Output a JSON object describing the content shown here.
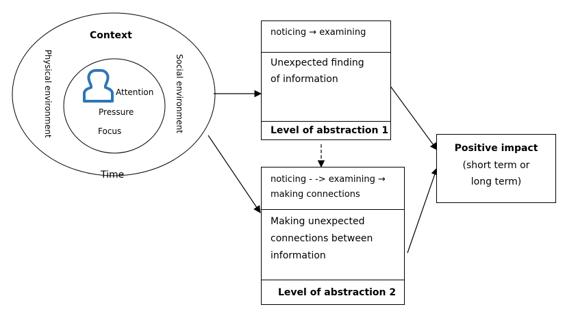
{
  "context": {
    "title": "Context",
    "left_label": "Physical environment",
    "right_label": "Social environment",
    "bottom_label": "Time",
    "inner": [
      "Attention",
      "Pressure",
      "Focus"
    ],
    "icon": "person-icon",
    "icon_color": "#2e75b6"
  },
  "box1": {
    "header": "noticing → examining",
    "body": [
      "Unexpected finding",
      "of information"
    ],
    "footer": "Level of abstraction 1"
  },
  "box2": {
    "header": [
      "noticing - -> examining →",
      "making connections"
    ],
    "body": [
      "Making unexpected",
      "connections between",
      "information"
    ],
    "footer": "Level of abstraction 2"
  },
  "impact": {
    "title": "Positive impact",
    "lines": [
      "(short term or",
      "long term)"
    ]
  }
}
